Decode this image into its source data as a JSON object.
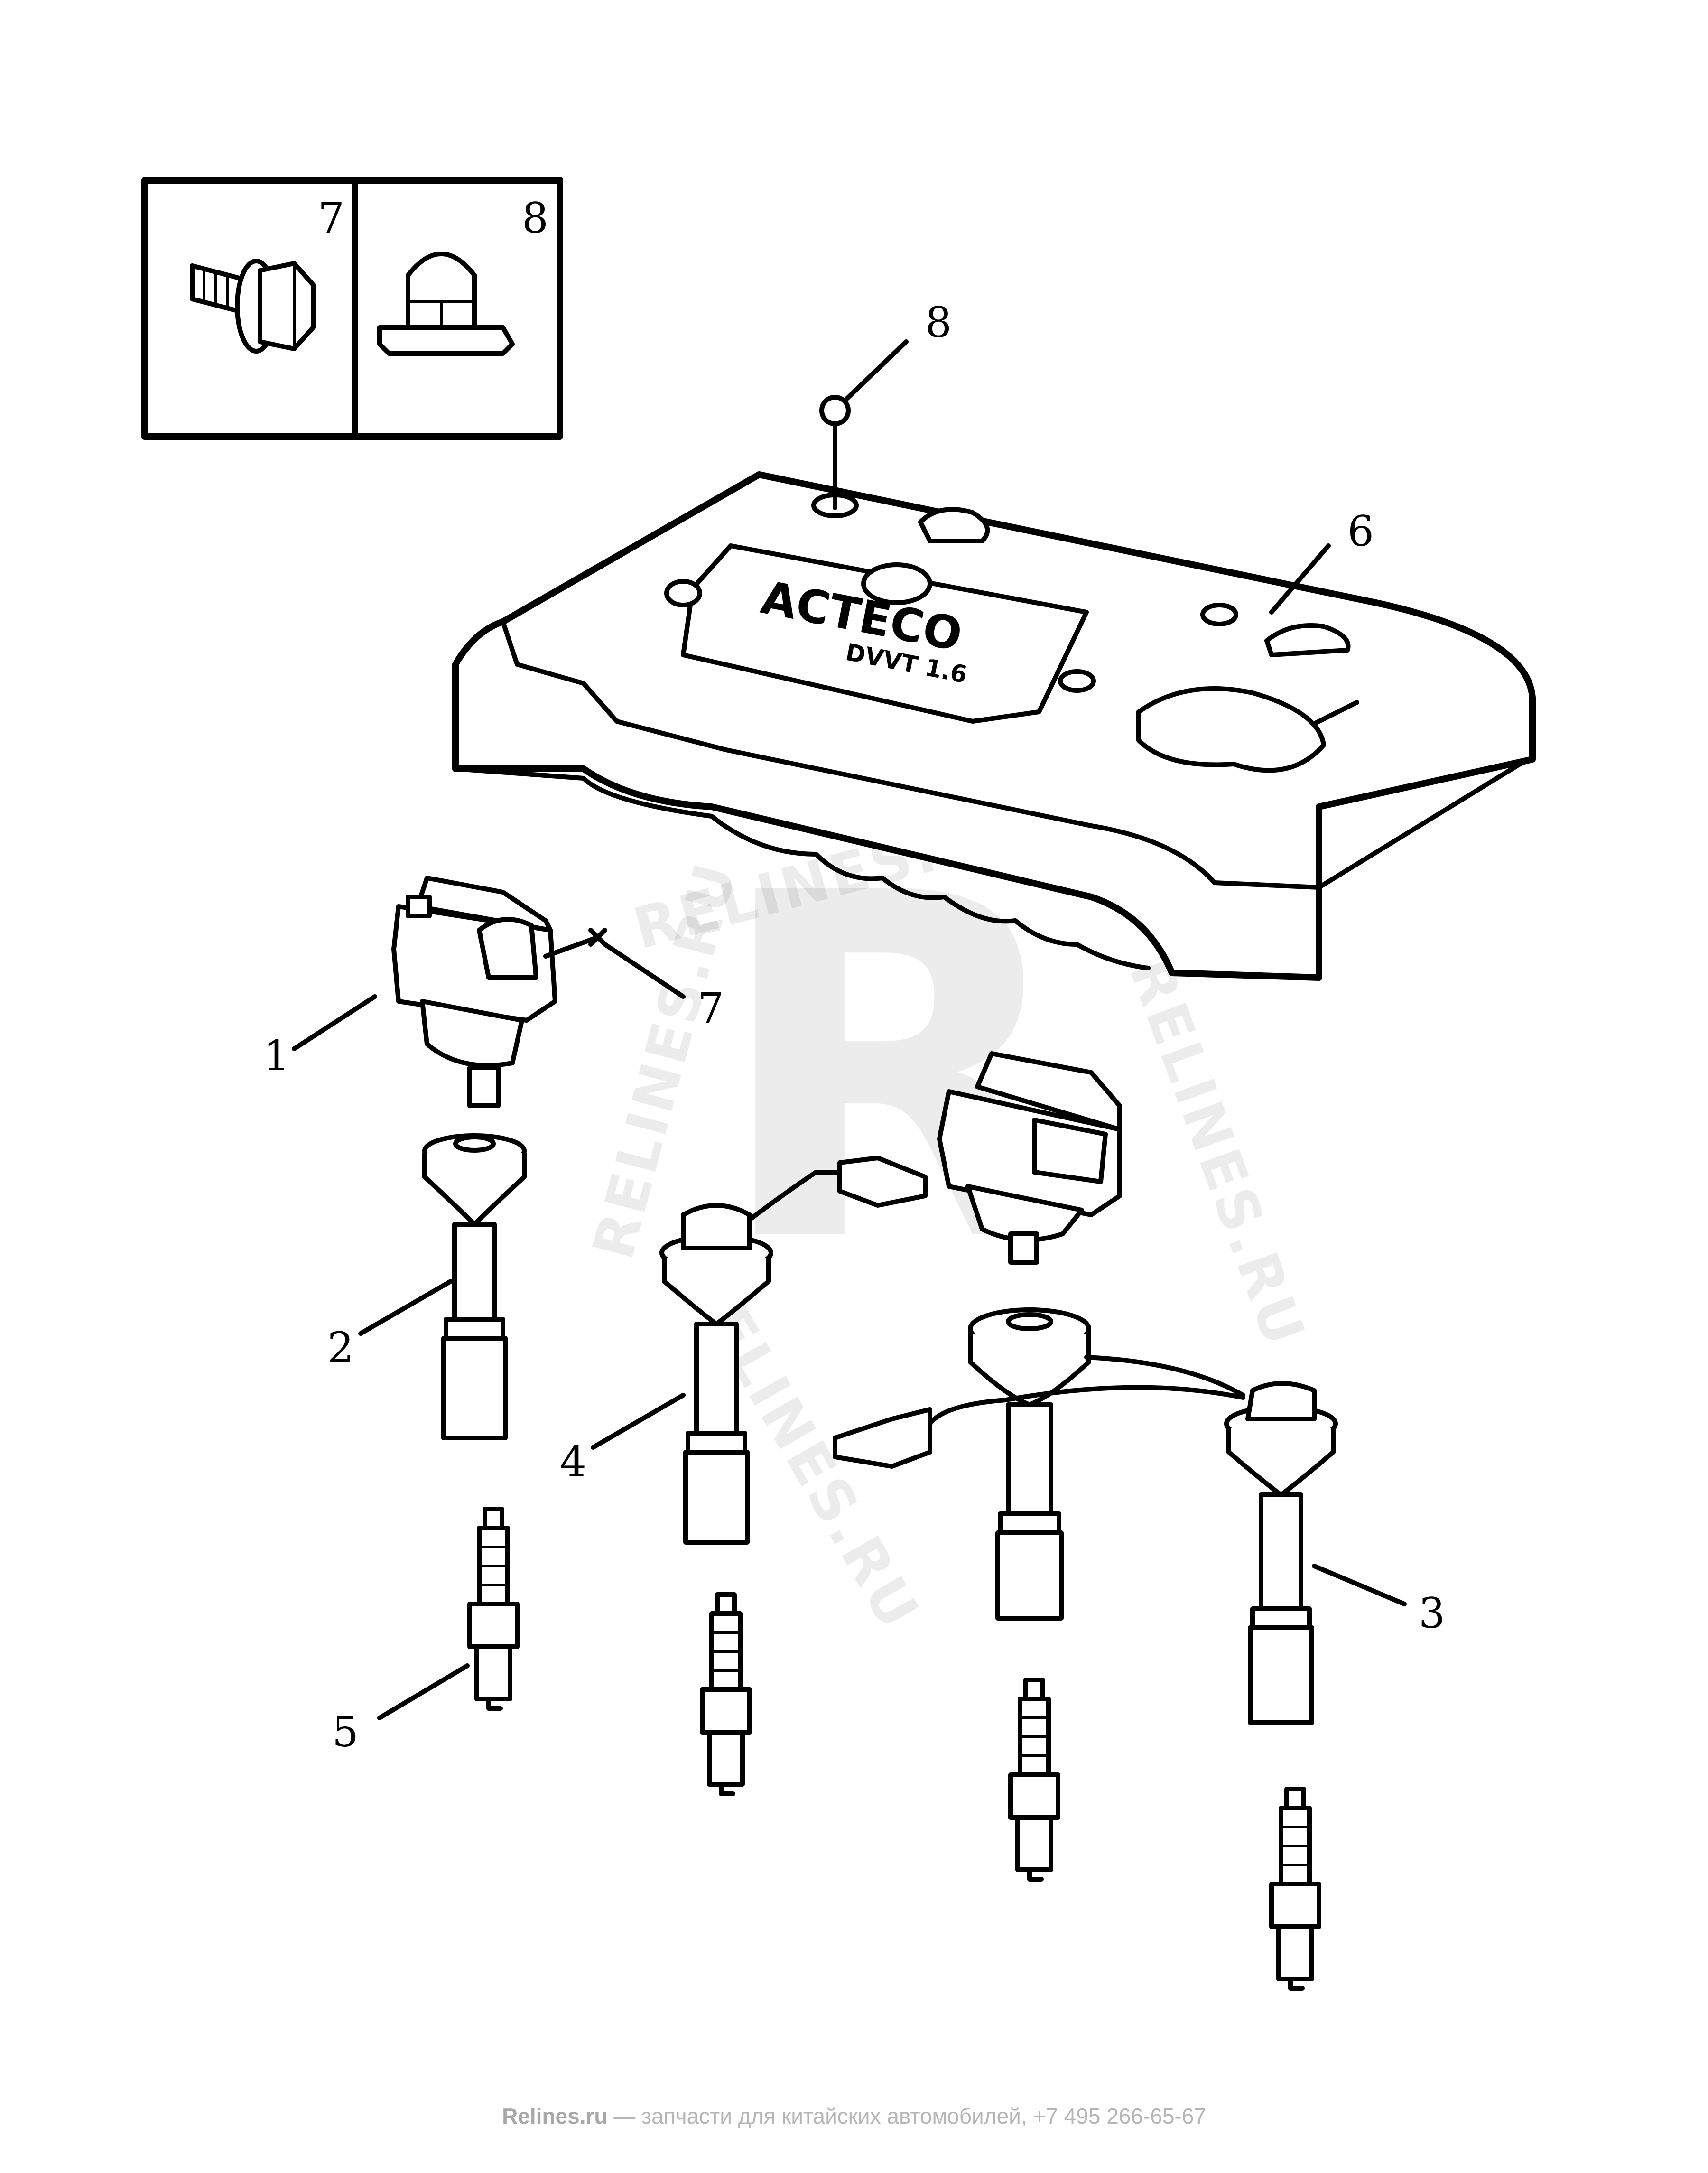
{
  "diagram": {
    "callouts": {
      "inset_7": "7",
      "inset_8": "8",
      "cover_cap": "8",
      "cover": "6",
      "coil_bolt": "7",
      "coil_left": "1",
      "boot_left": "2",
      "boot_mid": "4",
      "boot_right": "3",
      "plug": "5"
    },
    "engine_cover_logo": {
      "brand": "ACTECO",
      "sub": "DVVT 1.6"
    },
    "watermark": {
      "mark": "R",
      "text": "RELINES.RU"
    }
  },
  "footer": {
    "site": "Relines.ru",
    "tagline": " — запчасти для китайских автомобилей, +7 495 266-65-67"
  }
}
